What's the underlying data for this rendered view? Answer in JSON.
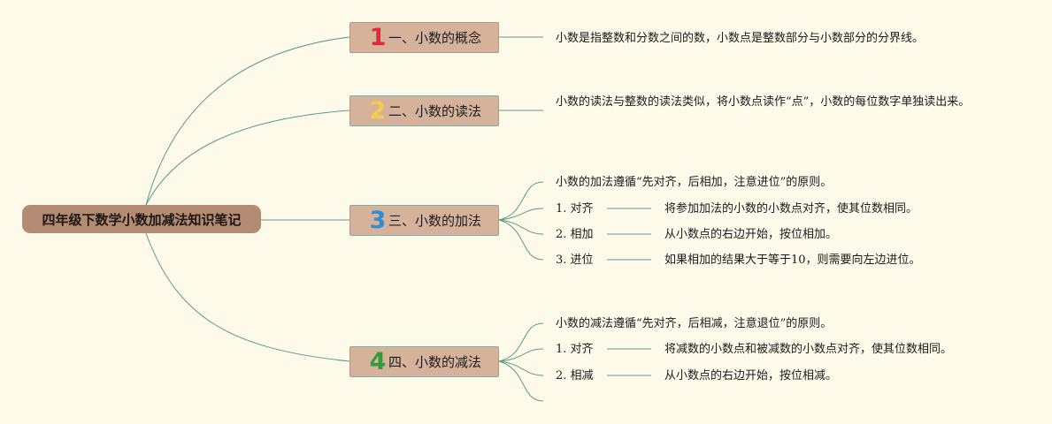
{
  "root": {
    "label": "四年级下数学小数加减法知识笔记"
  },
  "topics": [
    {
      "num": "1",
      "num_color": "#e02a3a",
      "label": "一、小数的概念"
    },
    {
      "num": "2",
      "num_color": "#f2cd48",
      "label": "二、小数的读法"
    },
    {
      "num": "3",
      "num_color": "#2f8fd6",
      "label": "三、小数的加法"
    },
    {
      "num": "4",
      "num_color": "#2e9e3a",
      "label": "四、小数的减法"
    }
  ],
  "concept": {
    "text": "小数是指整数和分数之间的数，小数点是整数部分与小数部分的分界线。"
  },
  "reading": {
    "text": "小数的读法与整数的读法类似，将小数点读作“点”，小数的每位数字单独读出来。"
  },
  "addition": {
    "rule": "小数的加法遵循“先对齐，后相加，注意进位”的原则。",
    "steps": [
      {
        "label": "1. 对齐",
        "detail": "将参加加法的小数的小数点对齐，使其位数相同。"
      },
      {
        "label": "2. 相加",
        "detail": "从小数点的右边开始，按位相加。"
      },
      {
        "label": "3. 进位",
        "detail": "如果相加的结果大于等于10，则需要向左边进位。"
      }
    ]
  },
  "subtraction": {
    "rule": "小数的减法遵循“先对齐，后相减，注意退位”的原则。",
    "steps": [
      {
        "label": "1. 对齐",
        "detail": "将减数的小数点和被减数的小数点对齐，使其位数相同。"
      },
      {
        "label": "2. 相减",
        "detail": "从小数点的右边开始，按位相减。"
      }
    ]
  },
  "colors": {
    "background": "#fefaea",
    "root": "#b28b72",
    "topic": "#d7b29a",
    "line": "#5a9c86"
  }
}
